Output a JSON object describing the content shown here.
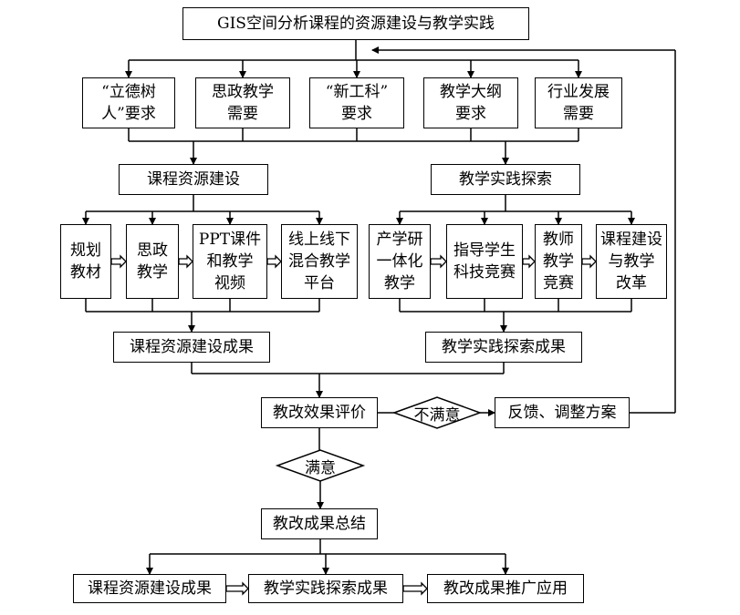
{
  "title": "GIS空间分析课程的资源建设与教学实践",
  "requirements": [
    "“立德树\n人”要求",
    "思政教学\n需要",
    "“新工科”\n要求",
    "教学大纲\n要求",
    "行业发展\n需要"
  ],
  "left_branch": {
    "heading": "课程资源建设",
    "steps": [
      "规划\n教材",
      "思政\n教学",
      "PPT课件\n和教学\n视频",
      "线上线下\n混合教学\n平台"
    ],
    "result": "课程资源建设成果"
  },
  "right_branch": {
    "heading": "教学实践探索",
    "steps": [
      "产学研\n一体化\n教学",
      "指导学生\n科技竞赛",
      "教师\n教学\n竞赛",
      "课程建设\n与教学\n改革"
    ],
    "result": "教学实践探索成果"
  },
  "evaluation": "教改效果评价",
  "unsatisfied": "不满意",
  "feedback": "反馈、调整方案",
  "satisfied": "满意",
  "summary": "教改成果总结",
  "outcomes": [
    "课程资源建设成果",
    "教学实践探索成果",
    "教改成果推广应用"
  ]
}
